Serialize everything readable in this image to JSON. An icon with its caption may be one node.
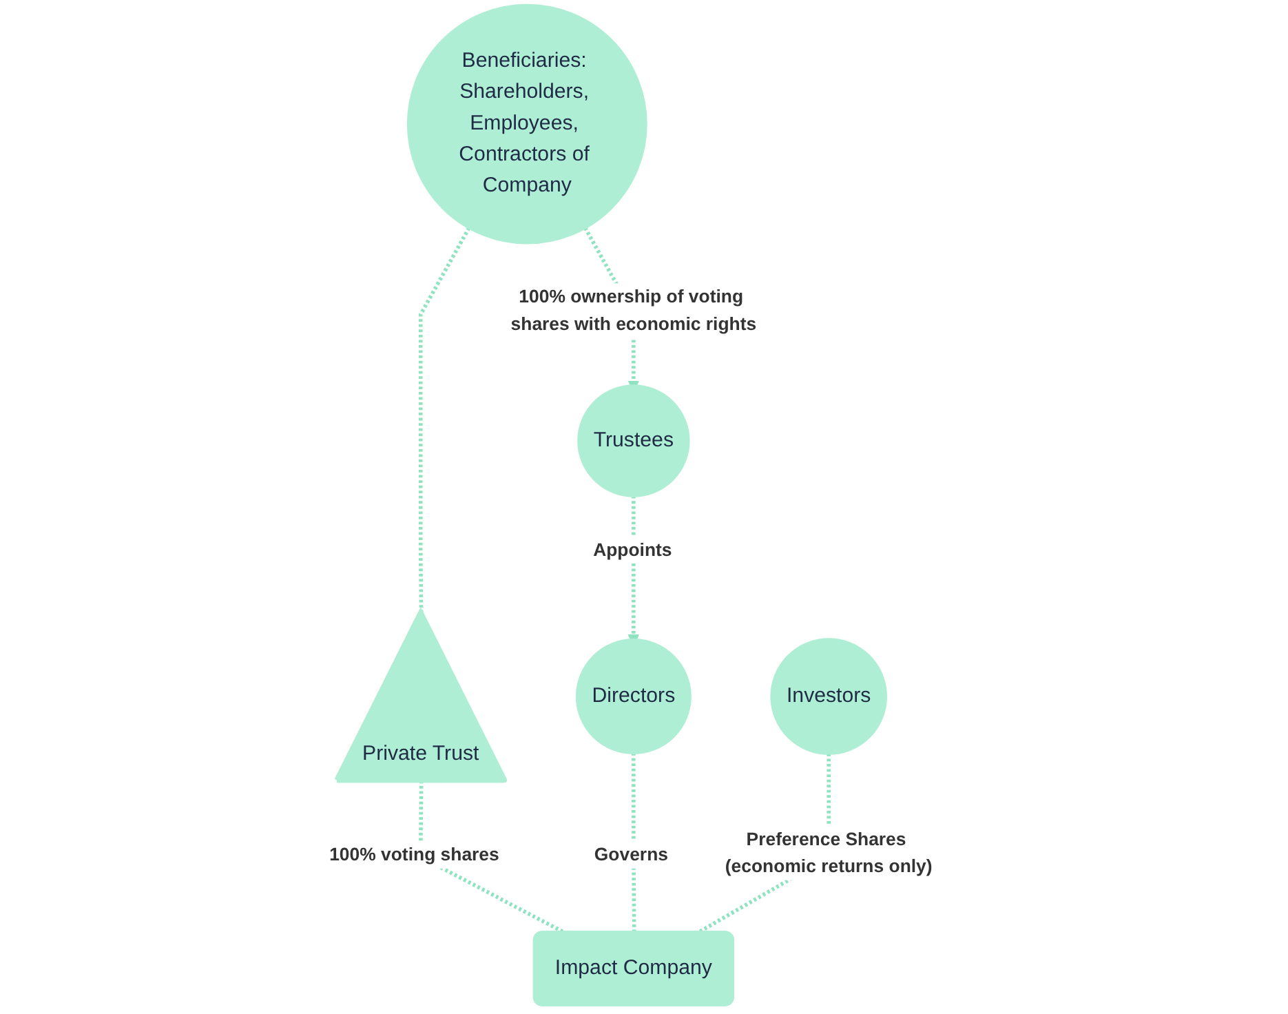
{
  "diagram": {
    "nodes": [
      {
        "text": [
          "Trustees"
        ]
      },
      {
        "text": [
          "Beneficiaries: Shareholders, Employees, Contractors of Company"
        ]
      },
      {
        "text": [
          "Private Trust"
        ]
      },
      {
        "text": [
          "Directors"
        ]
      },
      {
        "text": [
          "Investors"
        ]
      },
      {
        "text": [
          "Impact Company"
        ]
      }
    ],
    "edges": [
      {
        "from": 1,
        "to": 0,
        "arrow": "to",
        "label": "100% ownership of voting shares with economic rights",
        "style": "dashed"
      },
      {
        "from": 0,
        "to": 3,
        "arrow": "to",
        "label": "Appoints",
        "style": "dashed"
      },
      {
        "from": 1,
        "to": 2,
        "arrow": "none",
        "style": "dashed"
      },
      {
        "from": 2,
        "to": 5,
        "arrow": "none",
        "label": "100% voting shares",
        "style": "dashed"
      },
      {
        "from": 3,
        "to": 5,
        "arrow": "none",
        "label": "Governs",
        "style": "dashed"
      },
      {
        "from": 4,
        "to": 5,
        "arrow": "none",
        "label": "Preference Shares (economic returns only)",
        "style": "dashed"
      }
    ]
  }
}
